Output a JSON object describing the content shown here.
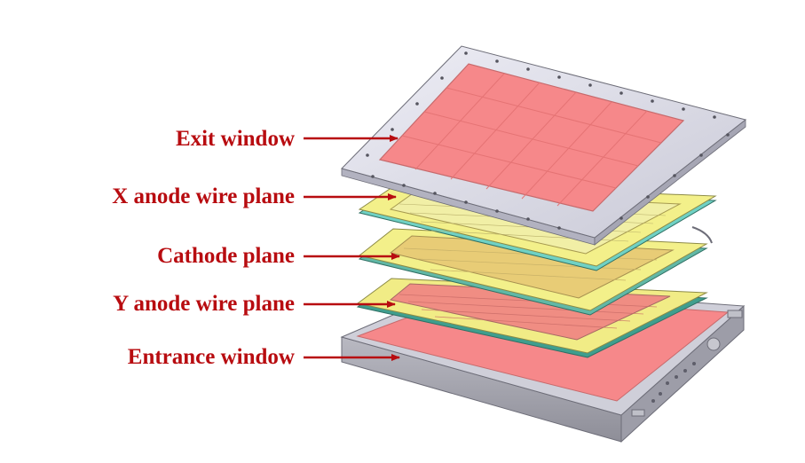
{
  "labels": {
    "exit_window": "Exit window",
    "x_anode_wire_plane": "X anode wire plane",
    "cathode_plane": "Cathode plane",
    "y_anode_wire_plane": "Y anode wire plane",
    "entrance_window": "Entrance window"
  },
  "colors": {
    "label_text": "#b80c10",
    "arrow": "#b80c10",
    "window_film": "#f6888a",
    "frame_silver": "#dcdce8",
    "frame_yellow": "#f3f08a",
    "frame_teal": "#6fd1c4",
    "housing_grey": "#a9a9b4"
  }
}
